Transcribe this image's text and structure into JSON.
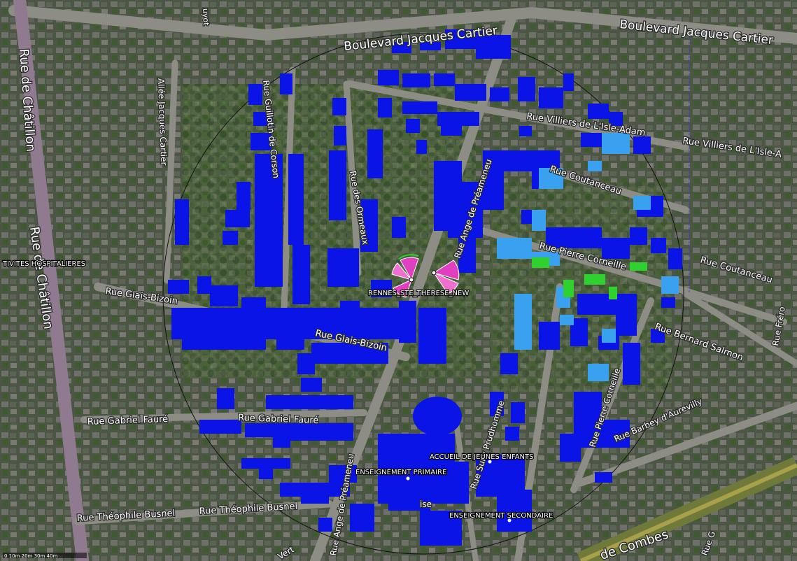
{
  "map": {
    "streets": [
      {
        "name": "Boulevard Jacques Cartier"
      },
      {
        "name": "Boulevard Jacques Cartier"
      },
      {
        "name": "Rue de Châtillon"
      },
      {
        "name": "Rue de Châtillon"
      },
      {
        "name": "Allée Jacques Cartier"
      },
      {
        "name": "Rue Guillotin de Corson"
      },
      {
        "name": "Rue des Ormeaux"
      },
      {
        "name": "Rue Ange de Préameneu"
      },
      {
        "name": "Rue Villiers de L'Isle-Adam"
      },
      {
        "name": "Rue Villiers de L'Isle-A"
      },
      {
        "name": "Rue Coutanceau"
      },
      {
        "name": "Rue Coutanceau"
      },
      {
        "name": "Rue Pierre Corneille"
      },
      {
        "name": "Rue Pierre Corneille"
      },
      {
        "name": "Rue Glais-Bizoin"
      },
      {
        "name": "Rue Glais-Bizoin"
      },
      {
        "name": "Rue Bernard Salmon"
      },
      {
        "name": "Rue Gabriel Fauré"
      },
      {
        "name": "Rue Gabriel Fauré"
      },
      {
        "name": "Rue Sully Prudhomme"
      },
      {
        "name": "Rue Barbey d'Aurevilly"
      },
      {
        "name": "Rue Théophile Busnel"
      },
      {
        "name": "Rue Théophile Busnel"
      },
      {
        "name": "Rue Fréro"
      },
      {
        "name": "Rue G"
      },
      {
        "name": "Rue Ange de Préameneu"
      },
      {
        "name": "de Combes"
      },
      {
        "name": "Vert"
      },
      {
        "name": "ise"
      },
      {
        "name": "uyot"
      }
    ],
    "pois": [
      {
        "label": "TIVITES HOSPITALIERES"
      },
      {
        "label": "ACCUEIL DE JEUNES ENFANTS"
      },
      {
        "label": "ENSEIGNEMENT PRIMAIRE"
      },
      {
        "label": "ENSEIGNEMENT SECONDAIRE"
      }
    ],
    "site": {
      "label": "RENNES_STE_THERESE_NEW"
    },
    "scale": {
      "label": "0 10m 20m 30m 40m"
    },
    "colors": {
      "coverage_strong": "#0a14e6",
      "coverage_medium": "#3aa0f0",
      "coverage_weak": "#2fd12f",
      "antenna": "#e040c0"
    }
  }
}
